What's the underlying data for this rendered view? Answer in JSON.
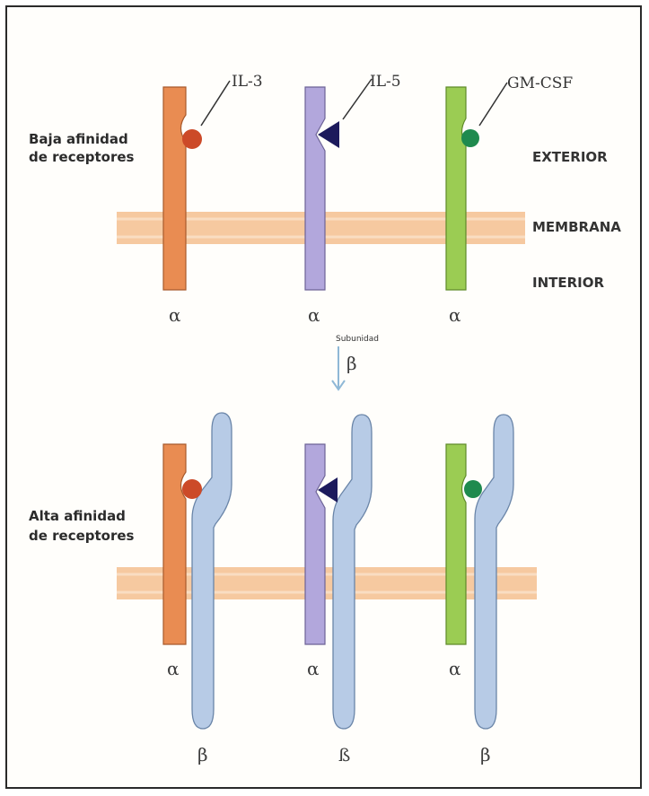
{
  "ligands": {
    "il3": "IL-3",
    "il5": "IL-5",
    "gmcsf": "GM-CSF"
  },
  "labels": {
    "exterior": "EXTERIOR",
    "membrana": "MEMBRANA",
    "interior": "INTERIOR",
    "low_affinity_line1": "Baja afinidad",
    "low_affinity_line2": "de receptores",
    "high_affinity_line1": "Alta afinidad",
    "high_affinity_line2": "de receptores",
    "subunit": "Subunidad",
    "alpha": "α",
    "beta": "β",
    "beta_center": "ß"
  },
  "colors": {
    "membrane": "#f6c9a0",
    "il3_receptor": "#e98c52",
    "il5_receptor": "#b2a7dc",
    "gmcsf_receptor": "#9bcc53",
    "beta_subunit": "#b7cbe6",
    "il3_ligand": "#cc4a28",
    "il5_ligand": "#1c1a5c",
    "gmcsf_ligand": "#1f8a4e",
    "arrow": "#8fb8d6"
  }
}
